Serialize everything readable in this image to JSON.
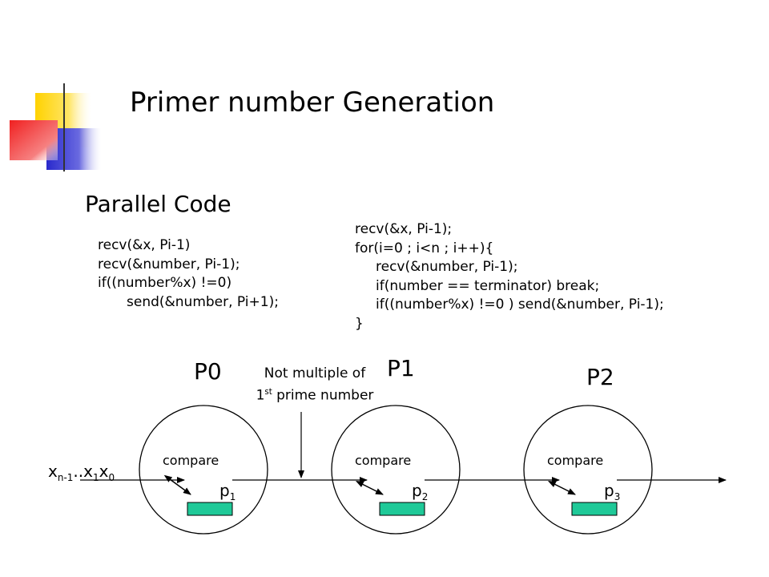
{
  "slide": {
    "title": "Primer number Generation",
    "subtitle": "Parallel Code"
  },
  "code_left": [
    "recv(&x, Pi-1)",
    "recv(&number, Pi-1);",
    "if((number%x) !=0)",
    "send(&number, Pi+1);"
  ],
  "code_right": [
    "recv(&x, Pi-1);",
    "for(i=0 ; i<n ; i++){",
    "recv(&number, Pi-1);",
    "if(number == terminator) break;",
    "if((number%x) !=0 ) send(&number, Pi-1);",
    "}"
  ],
  "diagram": {
    "processes": [
      {
        "label": "P0",
        "compare": "compare",
        "p": "p",
        "p_sub": "1"
      },
      {
        "label": "P1",
        "compare": "compare",
        "p": "p",
        "p_sub": "2"
      },
      {
        "label": "P2",
        "compare": "compare",
        "p": "p",
        "p_sub": "3"
      }
    ],
    "note_line1": "Not multiple of",
    "note_line2_num": "1",
    "note_line2_sup": "st",
    "note_line2_rest": " prime number",
    "input_seq": {
      "x1": "x",
      "s1": "n-1",
      "dots": "..",
      "x2": "x",
      "s2": "1",
      "x3": "x",
      "s3": "0"
    },
    "box_color": "#1fc998",
    "accent": {
      "yellow": "#ffd200",
      "blue": "#2a2acc",
      "red": "#f02020"
    }
  }
}
